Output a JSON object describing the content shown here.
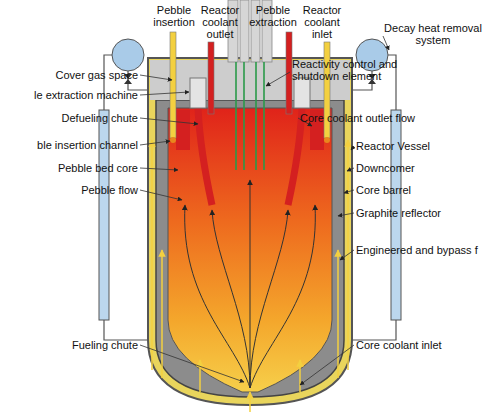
{
  "diagram": {
    "labels": [
      "Pebble insertion",
      "Reactor coolant outlet",
      "Pebble extraction",
      "Reactor coolant inlet",
      "Decay heat removal system",
      "Cover gas space",
      "Reactivity control and shutdown element",
      "le extraction machine",
      "Defueling chute",
      "Core coolant outlet flow",
      "Reactor Vessel",
      "ble insertion channel",
      "Downcomer",
      "Pebble bed core",
      "Core barrel",
      "Pebble flow",
      "Graphite reflector",
      "Engineered and bypass f",
      "Fueling chute",
      "Core coolant inlet"
    ]
  }
}
